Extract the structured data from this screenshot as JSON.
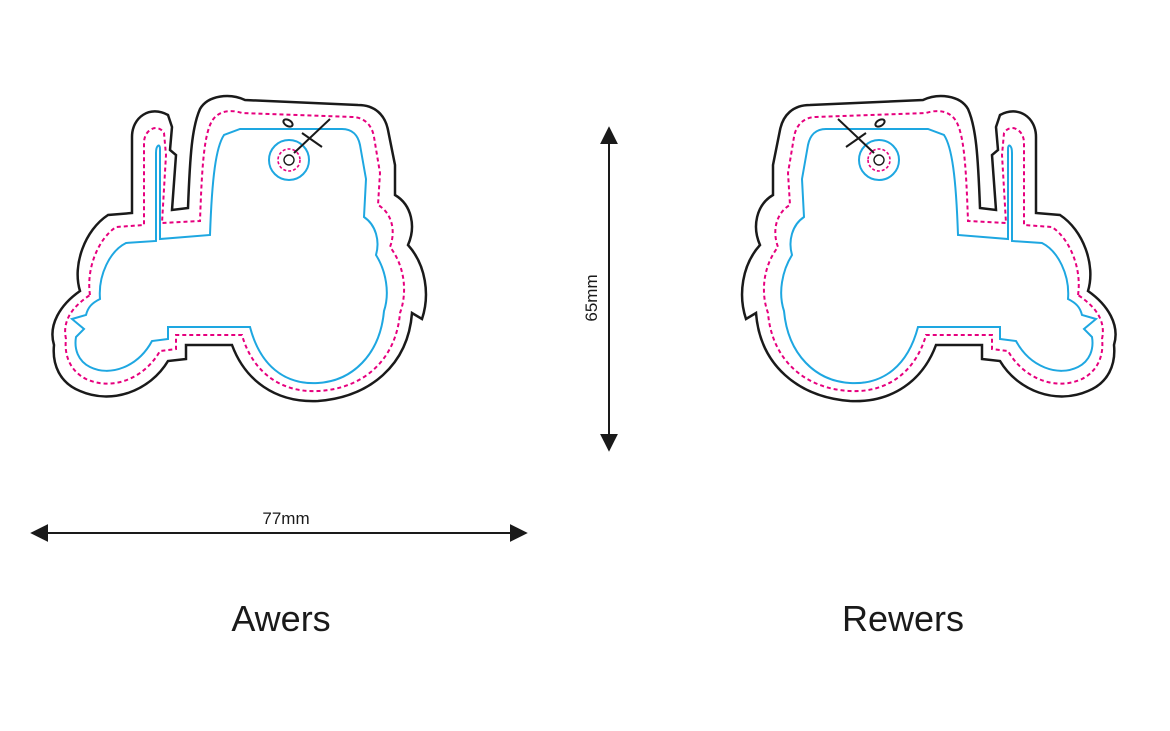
{
  "dimensions": {
    "width_label": "77mm",
    "height_label": "65mm"
  },
  "sides": {
    "front_label": "Awers",
    "back_label": "Rewers"
  },
  "colors": {
    "cut_line": "#1a1a1a",
    "bleed_line": "#e6007e",
    "safe_line": "#1ea7e1",
    "arrow": "#1a1a1a"
  }
}
